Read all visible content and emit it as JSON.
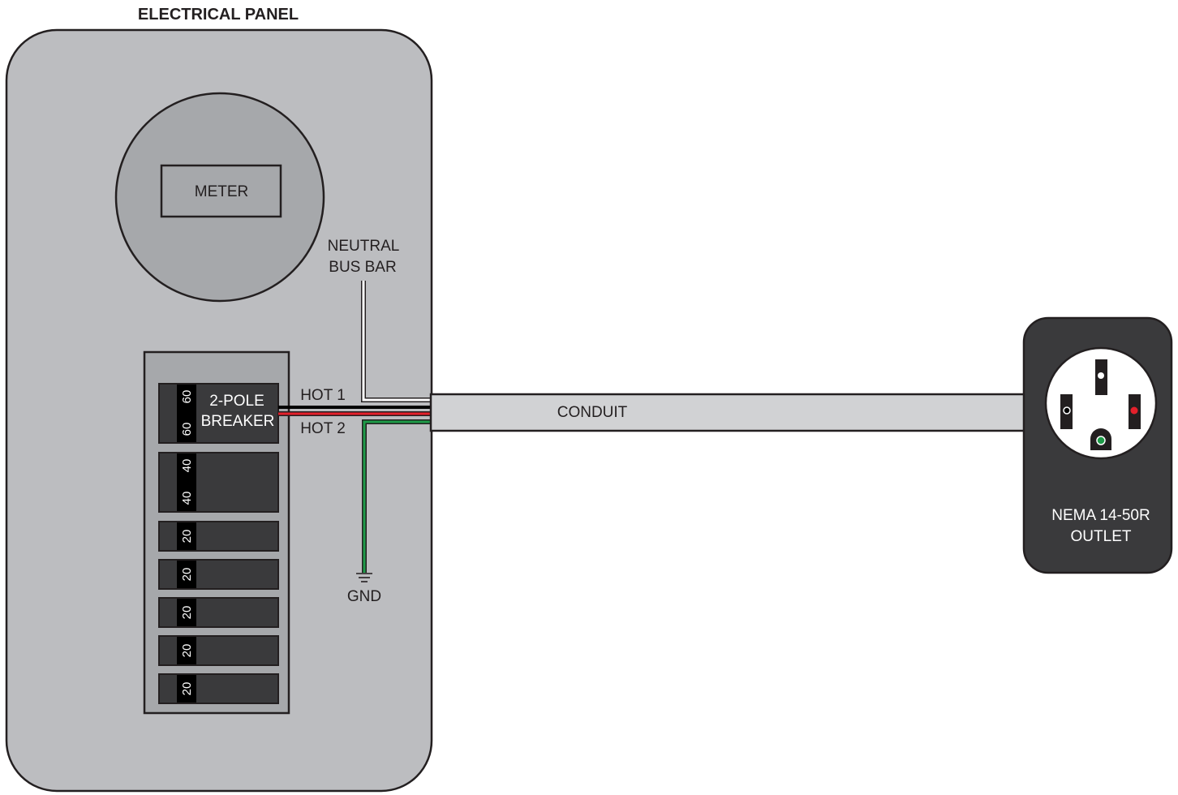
{
  "panel": {
    "title": "ELECTRICAL PANEL",
    "meter_label": "METER",
    "neutral_label_line1": "NEUTRAL",
    "neutral_label_line2": "BUS BAR",
    "breaker_label_line1": "2-POLE",
    "breaker_label_line2": "BREAKER",
    "hot1_label": "HOT 1",
    "hot2_label": "HOT 2",
    "gnd_label": "GND",
    "breakers": [
      {
        "ratings": [
          "60",
          "60"
        ]
      },
      {
        "ratings": [
          "40",
          "40"
        ]
      },
      {
        "ratings": [
          "20"
        ]
      },
      {
        "ratings": [
          "20"
        ]
      },
      {
        "ratings": [
          "20"
        ]
      },
      {
        "ratings": [
          "20"
        ]
      },
      {
        "ratings": [
          "20"
        ]
      }
    ]
  },
  "conduit": {
    "label": "CONDUIT"
  },
  "outlet": {
    "label_line1": "NEMA 14-50R",
    "label_line2": "OUTLET"
  },
  "colors": {
    "panel": "#bcbdc0",
    "dark": "#3a3a3c",
    "hot1": "#000000",
    "hot2": "#e4202b",
    "neutral": "#ffffff",
    "ground": "#1e9b48"
  }
}
